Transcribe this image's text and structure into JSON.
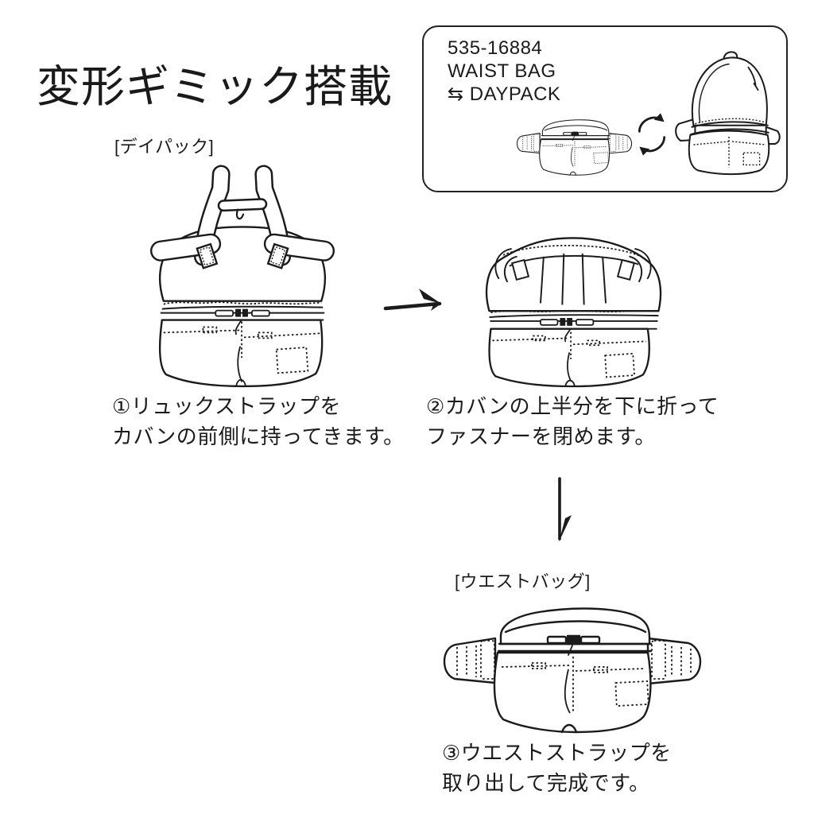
{
  "page": {
    "title": "変形ギミック搭載"
  },
  "colors": {
    "ink": "#1b1b1b",
    "box_border": "#222222",
    "background": "#ffffff"
  },
  "info_box": {
    "model_number": "535-16884",
    "product_line1": "WAIST BAG",
    "swap_icon": "⇆",
    "product_line2": "DAYPACK"
  },
  "steps": {
    "one": {
      "label": "[デイパック]",
      "line1": "①リュックストラップを",
      "line2": "カバンの前側に持ってきます。"
    },
    "two": {
      "line1": "②カバンの上半分を下に折って",
      "line2": "ファスナーを閉めます。"
    },
    "three": {
      "label": "[ウエストバッグ]",
      "line1": "③ウエストストラップを",
      "line2": "取り出して完成です。"
    }
  }
}
